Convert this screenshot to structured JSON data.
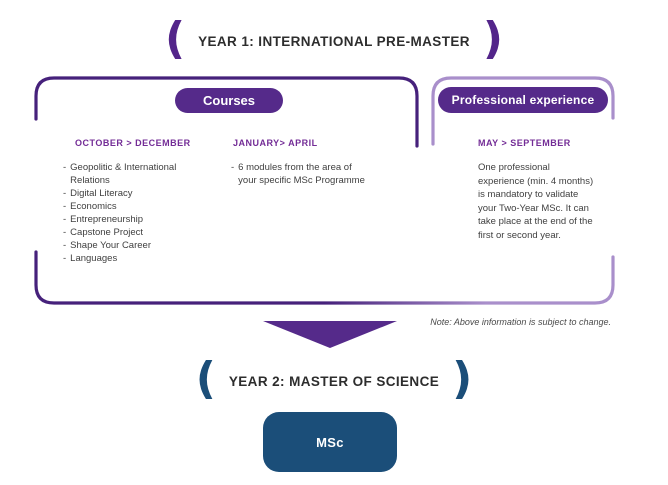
{
  "colors": {
    "purple_dark": "#46217b",
    "purple": "#552a8a",
    "purple_light": "#a98fcb",
    "header_purple": "#732c96",
    "navy": "#1b4e79",
    "body_text": "#3f3f3f"
  },
  "paren": {
    "open": "(",
    "close": ")"
  },
  "bullet": "-",
  "year1": {
    "title": "YEAR 1: INTERNATIONAL PRE-MASTER",
    "courses": {
      "badge": "Courses",
      "columns": [
        {
          "header": "OCTOBER > DECEMBER",
          "items": [
            "Geopolitic & International\nRelations",
            "Digital Literacy",
            "Economics",
            "Entrepreneurship",
            "Capstone Project",
            "Shape Your Career",
            "Languages"
          ]
        },
        {
          "header": "JANUARY> APRIL",
          "items": [
            "6 modules from the area of\nyour specific MSc Programme"
          ]
        }
      ]
    },
    "professional": {
      "badge": "Professional experience",
      "header": "MAY > SEPTEMBER",
      "text": "One professional\nexperience (min. 4 months)\nis mandatory to validate\nyour Two-Year MSc. It can\ntake place at the end of the\nfirst or second year."
    }
  },
  "note": "Note: Above information is subject to change.",
  "year2": {
    "title": "YEAR 2: MASTER OF SCIENCE",
    "msc_label": "MSc"
  }
}
